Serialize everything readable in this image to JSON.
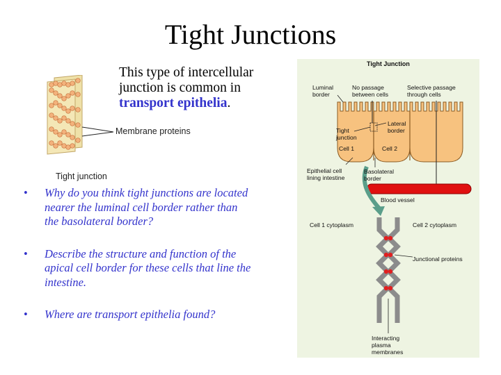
{
  "slide": {
    "title": "Tight Junctions",
    "intro_text": "This type of intercellular junction is common in",
    "intro_keyword": "transport epithelia",
    "intro_end": "."
  },
  "left_figure": {
    "membrane_label": "Membrane proteins",
    "caption": "Tight junction"
  },
  "bullets": [
    "Why do you think tight junctions are located nearer the luminal cell border rather than the basolateral border?",
    "Describe the structure and function of the apical cell border for these cells that line the intestine.",
    "Where are transport epithelia found?"
  ],
  "bullet_glyph": "•",
  "right_figure": {
    "heading": "Tight Junction",
    "luminal_border": "Luminal border",
    "no_passage": "No passage between cells",
    "selective_passage": "Selective passage through cells",
    "lateral_border": "Lateral border",
    "tight_junction": "Tight junction",
    "cell1": "Cell 1",
    "cell2": "Cell 2",
    "epithelial_cell": "Epithelial cell lining intestine",
    "basolateral_border": "Basolateral border",
    "blood_vessel": "Blood vessel",
    "cell1_cytoplasm": "Cell 1 cytoplasm",
    "cell2_cytoplasm": "Cell 2 cytoplasm",
    "junctional_proteins": "Junctional proteins",
    "interacting_membranes": "Interacting plasma membranes"
  },
  "colors": {
    "bullet_text": "#3333cc",
    "cell_fill": "#f7c27f",
    "cell_stroke": "#8a5a22",
    "blood_vessel": "#e01010",
    "panel_bg": "#eef4e2",
    "membrane": "#8c8c8c",
    "protein": "#e02020",
    "arrow": "#5a9e8a"
  }
}
